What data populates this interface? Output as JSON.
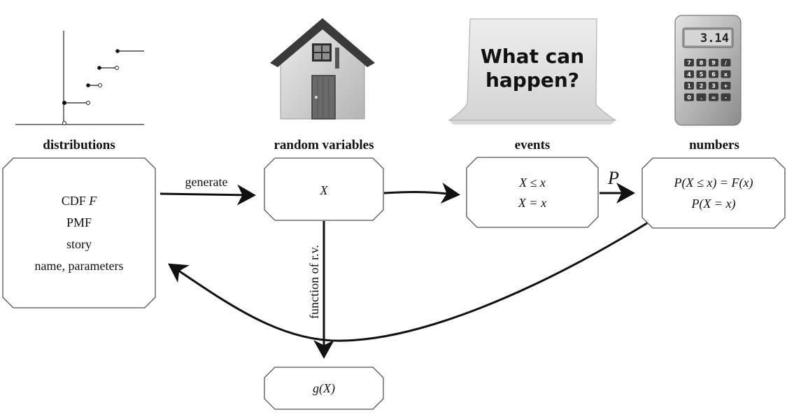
{
  "headings": {
    "distributions": "distributions",
    "random_variables": "random variables",
    "events": "events",
    "numbers": "numbers"
  },
  "nodes": {
    "distributions": {
      "lines": [
        "CDF ",
        "F",
        "PMF",
        "story",
        "name, parameters"
      ]
    },
    "random_variable": {
      "text": "X"
    },
    "events": {
      "line1": "X ≤ x",
      "line2": "X = x"
    },
    "numbers": {
      "line1": "P(X ≤ x) = F(x)",
      "line2": "P(X = x)"
    },
    "function": {
      "text": "g(X)"
    }
  },
  "edges": {
    "generate": "generate",
    "probability": "P",
    "function_of_rv": "function of r.v."
  },
  "illustrations": {
    "sticky_note": {
      "line1": "What can",
      "line2": "happen?"
    },
    "calculator": {
      "display": "3.14",
      "keys": [
        [
          "7",
          "8",
          "9",
          "/"
        ],
        [
          "4",
          "5",
          "6",
          "x"
        ],
        [
          "1",
          "2",
          "3",
          "+"
        ],
        [
          "0",
          ".",
          "=",
          "-"
        ]
      ]
    }
  },
  "colors": {
    "box_stroke": "#555555",
    "arrow": "#111111",
    "roof": "#3a3a3a",
    "house_wall": "#cfcfcf",
    "door": "#6a6a6a",
    "note_paper": "#e6e6e6",
    "calc_body": "#bdbdbd",
    "calc_key": "#3c3c3c"
  }
}
